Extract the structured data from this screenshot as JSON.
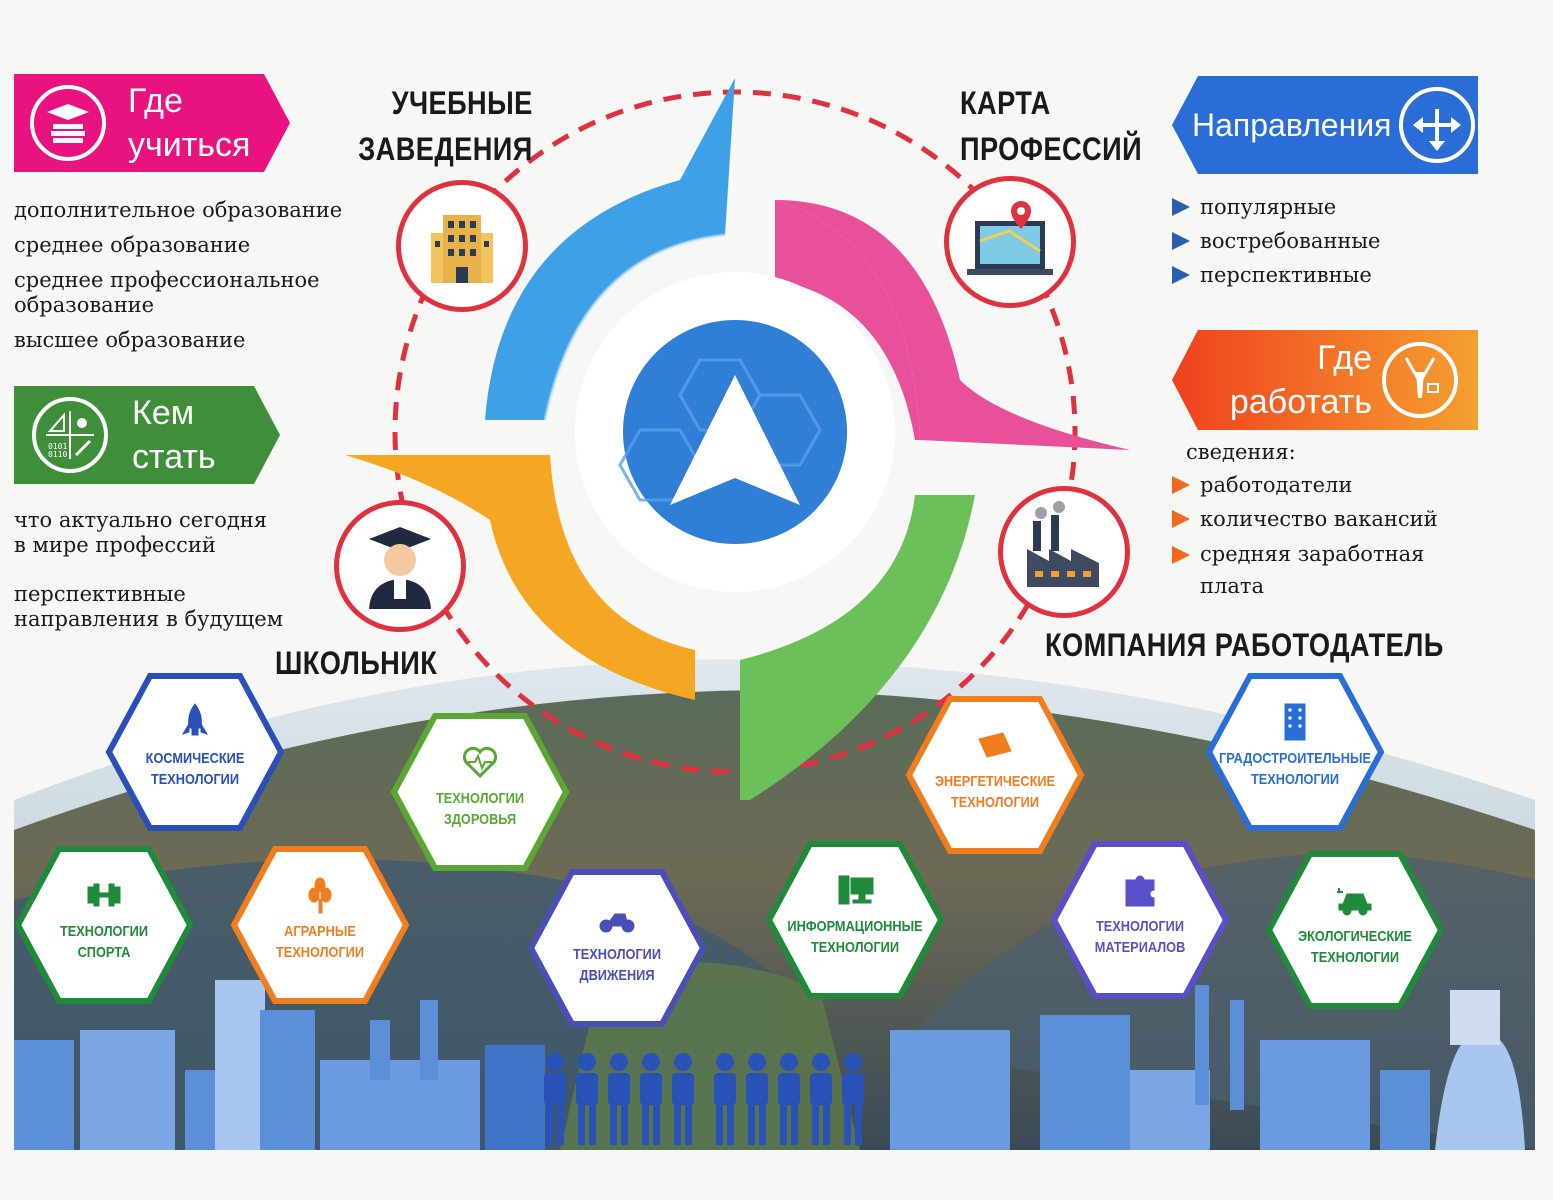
{
  "left": {
    "where_study": {
      "title_line1": "Где",
      "title_line2": "учиться",
      "color": "#e8137e"
    },
    "study_items": [
      "дополнительное образование",
      "среднее образование",
      "среднее профессиональное\nобразование",
      "высшее образование"
    ],
    "who_become": {
      "title_line1": "Кем",
      "title_line2": "стать",
      "color": "#3f8f3a"
    },
    "become_items": [
      "что актуально сегодня\nв мире профессий",
      "перспективные\nнаправления в будущем"
    ]
  },
  "right": {
    "directions": {
      "title": "Направления",
      "color": "#2a6dd6"
    },
    "direction_items": [
      "популярные",
      "востребованные",
      "перспективные"
    ],
    "where_work": {
      "title_line1": "Где",
      "title_line2": "работать",
      "color": "#f05a1e"
    },
    "work_intro": "сведения:",
    "work_items": [
      "работодатели",
      "количество вакансий",
      "средняя заработная\nплата"
    ]
  },
  "headings": {
    "schools": "УЧЕБНЫЕ\nЗАВЕДЕНИЯ",
    "career_map": "КАРТА\nПРОФЕССИЙ",
    "student": "ШКОЛЬНИК",
    "employer": "КОМПАНИЯ РАБОТОДАТЕЛЬ"
  },
  "colors": {
    "blue": "#3ea0e6",
    "pink": "#e8509a",
    "orange": "#f5a623",
    "green": "#6cc05a",
    "center": "#2f7fd6",
    "ring": "#e0323e"
  },
  "hexagons": [
    {
      "label": "КОСМИЧЕСКИЕ\nТЕХНОЛОГИИ",
      "color": "#2a4fb8",
      "icon": "rocket-icon"
    },
    {
      "label": "ТЕХНОЛОГИИ\nЗДОРОВЬЯ",
      "color": "#5aa832",
      "icon": "heart-pulse-icon"
    },
    {
      "label": "ТЕХНОЛОГИИ\nСПОРТА",
      "color": "#1e8a3a",
      "icon": "dumbbell-icon"
    },
    {
      "label": "АГРАРНЫЕ\nТЕХНОЛОГИИ",
      "color": "#f07d1e",
      "icon": "wheat-icon"
    },
    {
      "label": "ТЕХНОЛОГИИ\nДВИЖЕНИЯ",
      "color": "#4a4fb8",
      "icon": "motorcycle-icon"
    },
    {
      "label": "ИНФОРМАЦИОННЫЕ\nТЕХНОЛОГИИ",
      "color": "#1e8a3a",
      "icon": "computer-icon"
    },
    {
      "label": "ЭНЕРГЕТИЧЕСКИЕ\nТЕХНОЛОГИИ",
      "color": "#f07d1e",
      "icon": "solar-panel-icon"
    },
    {
      "label": "ТЕХНОЛОГИИ\nМАТЕРИАЛОВ",
      "color": "#5a4fc8",
      "icon": "puzzle-icon"
    },
    {
      "label": "ГРАДОСТРОИТЕЛЬНЫЕ\nТЕХНОЛОГИИ",
      "color": "#2a6dd6",
      "icon": "building-icon"
    },
    {
      "label": "ЭКОЛОГИЧЕСКИЕ\nТЕХНОЛОГИИ",
      "color": "#1e8a3a",
      "icon": "electric-car-icon"
    }
  ]
}
